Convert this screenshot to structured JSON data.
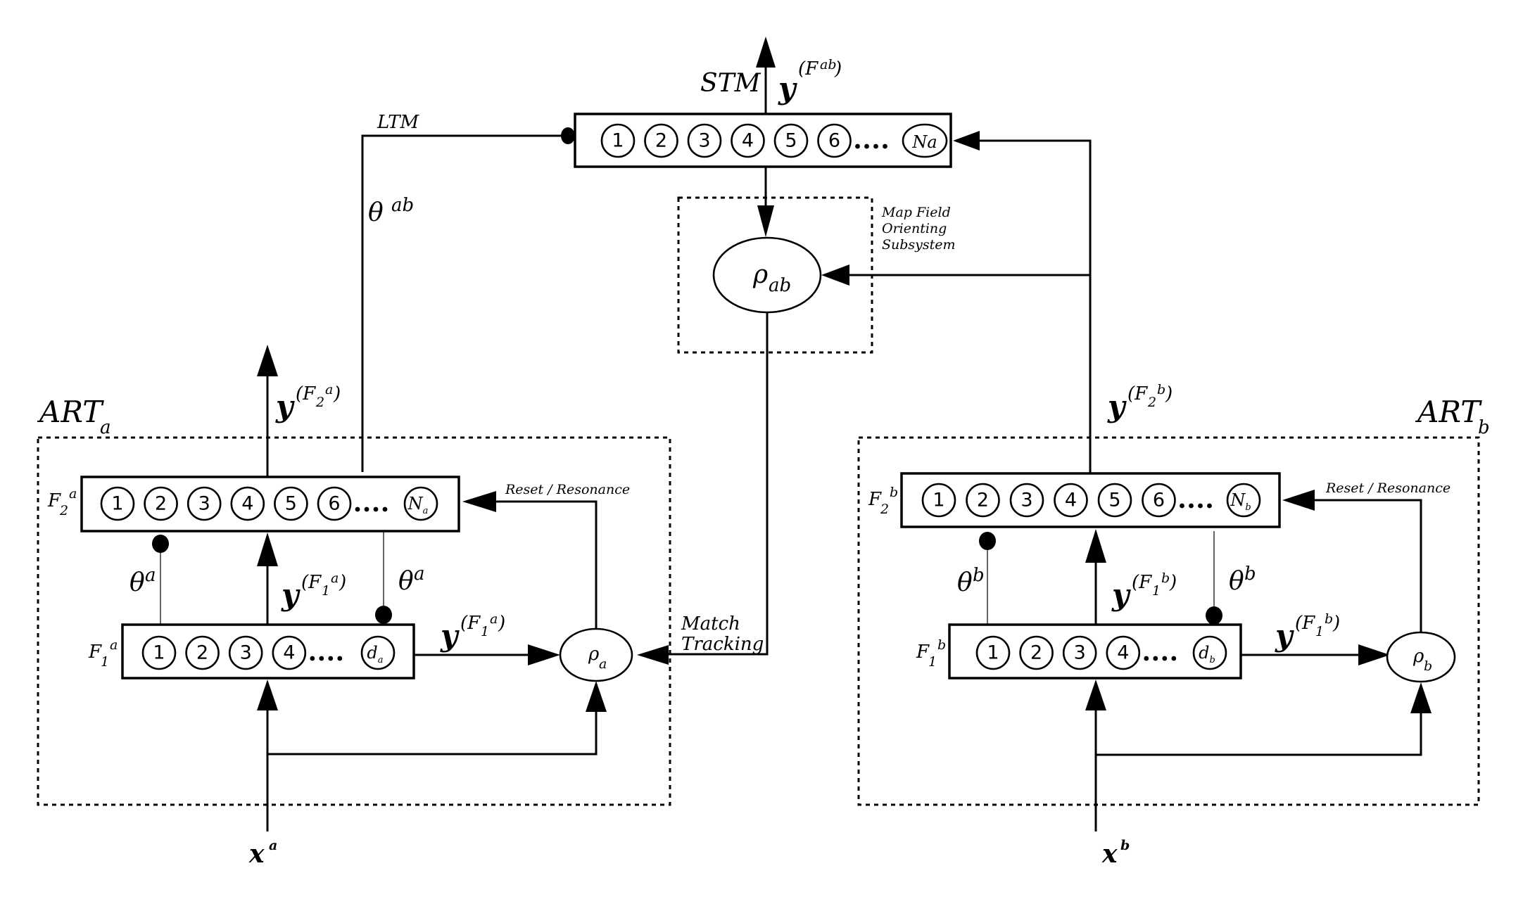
{
  "diagram": {
    "title": "ARTMAP architecture",
    "map_field": {
      "stm_label": "STM",
      "ltm_label": "LTM",
      "output_label": {
        "base": "y",
        "sup": "(F",
        "supsup": "ab",
        "close": ")"
      },
      "weight_label": {
        "base": "θ",
        "sup": "ab"
      },
      "nodes": [
        "1",
        "2",
        "3",
        "4",
        "5",
        "6"
      ],
      "ellipsis": "....",
      "last_node": "Na",
      "vigilance": {
        "base": "ρ",
        "sub": "ab"
      },
      "orienting_label": [
        "Map Field",
        "Orienting",
        "Subsystem"
      ],
      "match_tracking_label": [
        "Match",
        "Tracking"
      ]
    },
    "art_a": {
      "title": {
        "base": "ART",
        "sub": "a"
      },
      "f2_label": {
        "base": "F",
        "sub": "2",
        "sup": "a"
      },
      "f1_label": {
        "base": "F",
        "sub": "1",
        "sup": "a"
      },
      "f2_nodes": [
        "1",
        "2",
        "3",
        "4",
        "5",
        "6"
      ],
      "f2_last": {
        "base": "N",
        "sub": "a"
      },
      "f1_nodes": [
        "1",
        "2",
        "3",
        "4"
      ],
      "f1_last": {
        "base": "d",
        "sub": "a"
      },
      "ellipsis": "....",
      "reset_label": "Reset / Resonance",
      "theta": {
        "base": "θ",
        "sup": "a"
      },
      "y_f2": {
        "base": "y",
        "open": "(F",
        "sub": "2",
        "sup": "a",
        "close": ")"
      },
      "y_f1": {
        "base": "y",
        "open": "(F",
        "sub": "1",
        "sup": "a",
        "close": ")"
      },
      "vigilance": {
        "base": "ρ",
        "sub": "a"
      },
      "input": {
        "base": "x",
        "sup": "a"
      }
    },
    "art_b": {
      "title": {
        "base": "ART",
        "sub": "b"
      },
      "f2_label": {
        "base": "F",
        "sub": "2",
        "sup": "b"
      },
      "f1_label": {
        "base": "F",
        "sub": "1",
        "sup": "b"
      },
      "f2_nodes": [
        "1",
        "2",
        "3",
        "4",
        "5",
        "6"
      ],
      "f2_last": {
        "base": "N",
        "sub": "b"
      },
      "f1_nodes": [
        "1",
        "2",
        "3",
        "4"
      ],
      "f1_last": {
        "base": "d",
        "sub": "b"
      },
      "ellipsis": "....",
      "reset_label": "Reset / Resonance",
      "theta": {
        "base": "θ",
        "sup": "b"
      },
      "y_f2": {
        "base": "y",
        "open": "(F",
        "sub": "2",
        "sup": "b",
        "close": ")"
      },
      "y_f1": {
        "base": "y",
        "open": "(F",
        "sub": "1",
        "sup": "b",
        "close": ")"
      },
      "vigilance": {
        "base": "ρ",
        "sub": "b"
      },
      "input": {
        "base": "x",
        "sup": "b"
      }
    }
  }
}
